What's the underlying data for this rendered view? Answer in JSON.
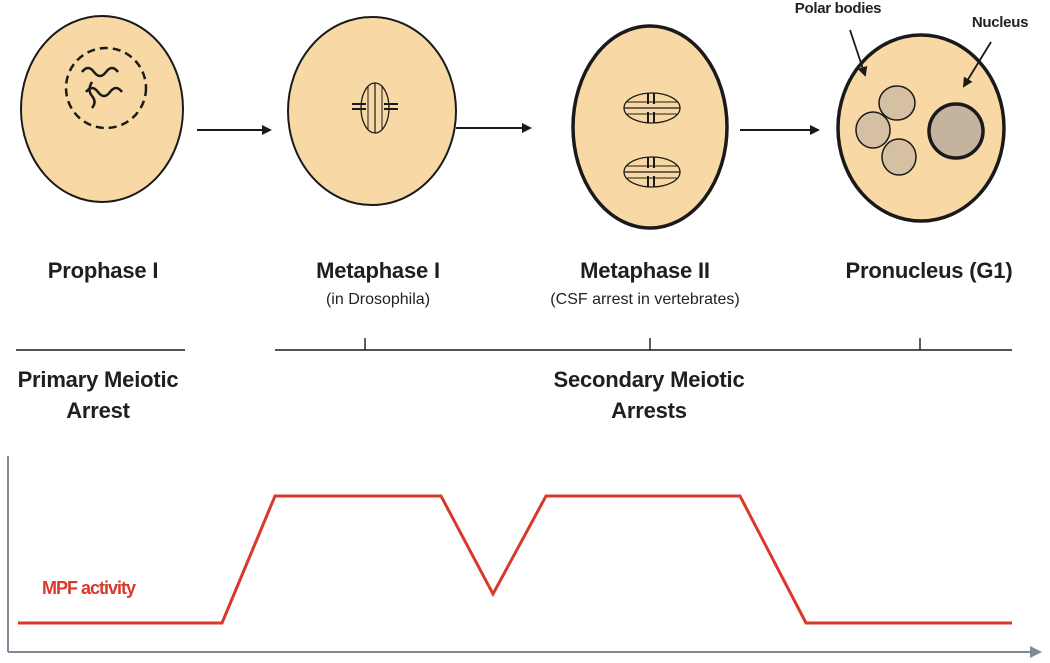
{
  "stages": [
    {
      "title": "Prophase I",
      "subtitle": ""
    },
    {
      "title": "Metaphase I",
      "subtitle": "(in Drosophila)"
    },
    {
      "title": "Metaphase II",
      "subtitle": "(CSF arrest in vertebrates)"
    },
    {
      "title": "Pronucleus (G1)",
      "subtitle": ""
    }
  ],
  "callouts": {
    "polar_bodies": "Polar bodies",
    "nucleus": "Nucleus"
  },
  "arrests": {
    "primary": {
      "line1": "Primary Meiotic",
      "line2": "Arrest"
    },
    "secondary": {
      "line1": "Secondary Meiotic",
      "line2": "Arrests"
    }
  },
  "graph": {
    "label": "MPF activity",
    "trace_color": "#d8392b",
    "axis_color": "#7f8a96"
  },
  "colors": {
    "cell_fill": "#f8d9a6",
    "cell_outline": "#1a1a1a",
    "polar_body_fill": "#d5c0a4",
    "nucleus_fill": "#c4b39e"
  }
}
